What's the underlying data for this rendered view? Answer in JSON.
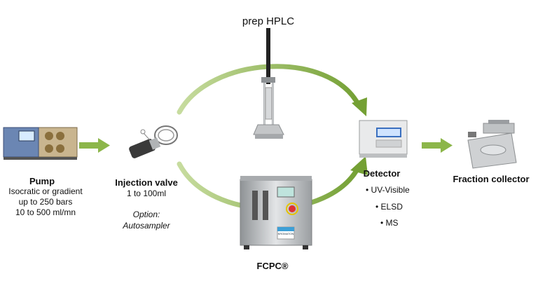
{
  "title": "prep HPLC",
  "pump": {
    "name": "Pump",
    "lines": [
      "Isocratic or gradient",
      "up to 250 bars",
      "10 to 500 ml/mn"
    ]
  },
  "injection": {
    "name": "Injection valve",
    "range": "1 to 100ml",
    "option_label": "Option:",
    "option_value": "Autosampler"
  },
  "fcpc": {
    "name": "FCPC®",
    "badge": "KROMATON"
  },
  "detector": {
    "name": "Detector",
    "items": [
      "UV-Visible",
      "ELSD",
      "MS"
    ]
  },
  "collector": {
    "name": "Fraction collector"
  },
  "colors": {
    "arrow": "#7fa83a",
    "arrow_light": "#b9d483",
    "steel": "#b9bcbf",
    "blue": "#2b63b7"
  }
}
